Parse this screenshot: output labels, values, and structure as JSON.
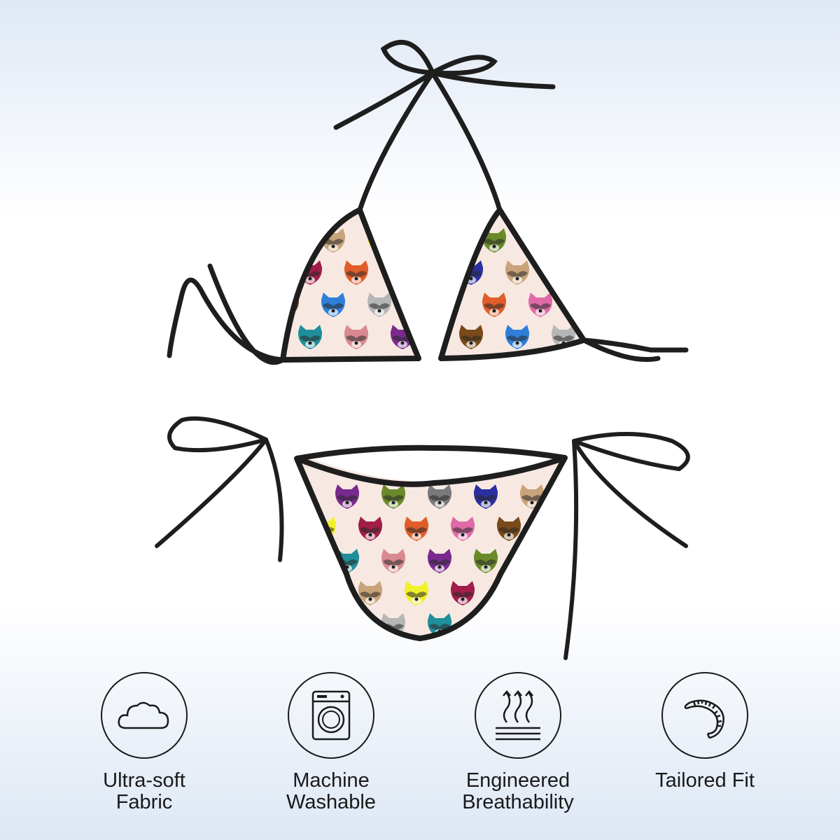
{
  "product": {
    "pattern_colors": [
      "#2b2f9e",
      "#e06aa8",
      "#d98a8f",
      "#c9a37a",
      "#7a4a1a",
      "#7a2a8e",
      "#f2f02a",
      "#2f7fd8",
      "#6a8a2a",
      "#a11d4a",
      "#b6b6b6",
      "#7a7a7a",
      "#e05d2a",
      "#1f8f9a"
    ],
    "fabric_color": "#f7e9e2",
    "trim_color": "#1e1e1e"
  },
  "features": [
    {
      "icon": "cloud-icon",
      "label": "Ultra-soft\nFabric"
    },
    {
      "icon": "washing-machine-icon",
      "label": "Machine\nWashable"
    },
    {
      "icon": "breathability-icon",
      "label": "Engineered\nBreathability"
    },
    {
      "icon": "tape-measure-icon",
      "label": "Tailored Fit"
    }
  ]
}
